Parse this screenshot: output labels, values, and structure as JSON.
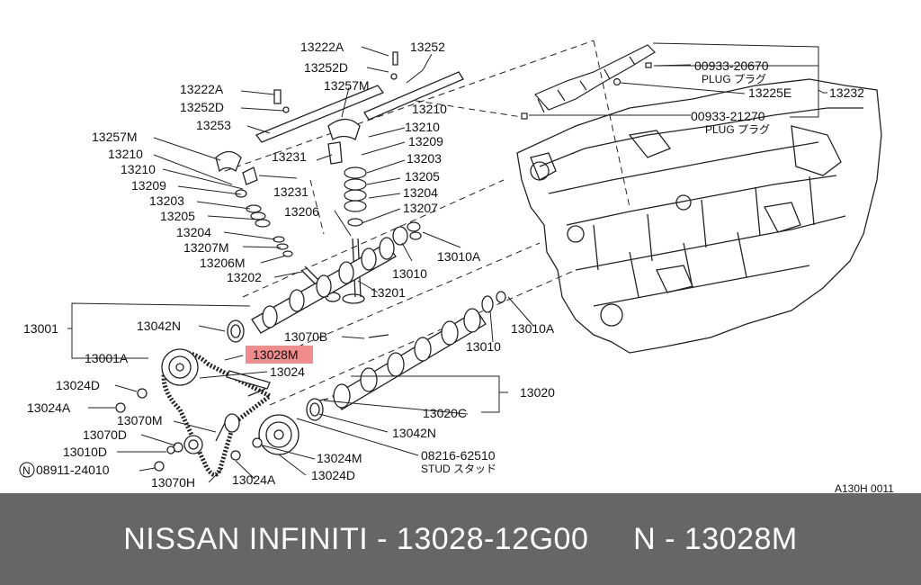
{
  "labels": {
    "l13222A_top": "13222A",
    "l13252_top": "13252",
    "l13252D_top": "13252D",
    "l13257M_top": "13257M",
    "l13222A": "13222A",
    "l13252D": "13252D",
    "l13253": "13253",
    "l13210_a": "13210",
    "l13209_a": "13209",
    "l13257M": "13257M",
    "l13231_a": "13231",
    "l13203_a": "13203",
    "l13205_a": "13205",
    "l13204_a": "13204",
    "l13207_a": "13207",
    "l13210_b": "13210",
    "l13210_c": "13210",
    "l13209_b": "13209",
    "l13231_b": "13231",
    "l13203_b": "13203",
    "l13205_b": "13205",
    "l13204_b": "13204",
    "l13206": "13206",
    "l13207M": "13207M",
    "l13206M": "13206M",
    "l13202": "13202",
    "l13201": "13201",
    "l13010A_a": "13010A",
    "l13010_a": "13010",
    "l13001": "13001",
    "l13042N_a": "13042N",
    "l13070B": "13070B",
    "l13010_b": "13010",
    "l13010A_b": "13010A",
    "l13001A": "13001A",
    "l13028M": "13028M",
    "l13024": "13024",
    "l13024D_a": "13024D",
    "l13024A_a": "13024A",
    "l13070M": "13070M",
    "l13070D": "13070D",
    "l13010D": "13010D",
    "l08911": "08911-24010",
    "l13070H": "13070H",
    "l13024A_b": "13024A",
    "l13024M": "13024M",
    "l13024D_b": "13024D",
    "l13020": "13020",
    "l13020C": "13020C",
    "l13042N_b": "13042N",
    "l08216": "08216-62510",
    "lStud": "STUD スタッド",
    "l00933_20670": "00933-20670",
    "lPlug1": "PLUG プラグ",
    "l13225E": "13225E",
    "l13232": "13232",
    "l00933_21270": "00933-21270",
    "lPlug2": "PLUG プラグ",
    "lDiagramCode": "A130H 0011"
  },
  "footer": {
    "text": "NISSAN INFINITI - 13028-12G00     N - 13028M"
  },
  "colors": {
    "highlight": "#f08c8c",
    "footer_bg": "#666666"
  }
}
